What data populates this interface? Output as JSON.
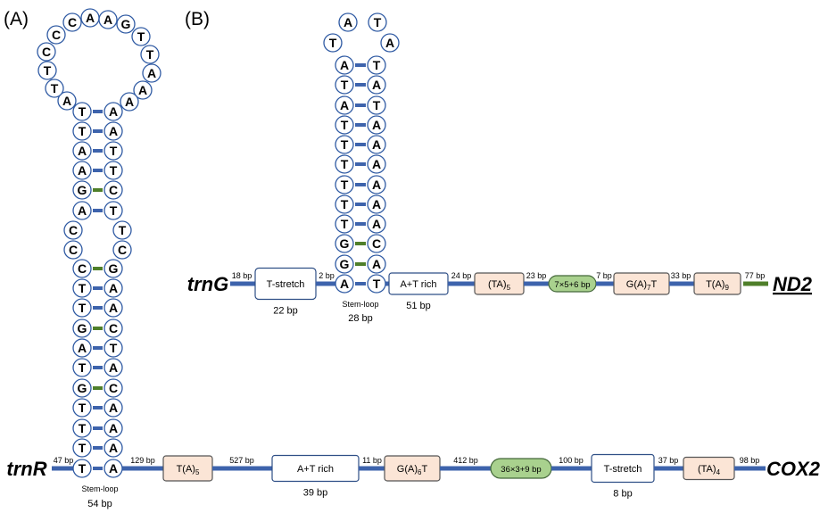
{
  "colors": {
    "circle_outline": "#2f5aa3",
    "line_blue": "#3d63ac",
    "line_green": "#4f7f2a"
  },
  "panel_labels": {
    "a": "(A)",
    "b": "(B)"
  },
  "stem_loop_a": {
    "loop": [
      "A",
      "T",
      "T",
      "C",
      "C",
      "C",
      "A",
      "A",
      "G",
      "T",
      "T",
      "A",
      "A",
      "A"
    ],
    "stem_upper": [
      {
        "l": "T",
        "r": "A",
        "bond": "#3d63ac"
      },
      {
        "l": "T",
        "r": "A",
        "bond": "#3d63ac"
      },
      {
        "l": "A",
        "r": "T",
        "bond": "#3d63ac"
      },
      {
        "l": "A",
        "r": "T",
        "bond": "#3d63ac"
      },
      {
        "l": "G",
        "r": "C",
        "bond": "#4f7f2a"
      },
      {
        "l": "A",
        "r": "T",
        "bond": "#3d63ac"
      }
    ],
    "internal_loop": [
      {
        "l": "C",
        "r": "T"
      },
      {
        "l": "C",
        "r": "C"
      }
    ],
    "stem_lower": [
      {
        "l": "C",
        "r": "G",
        "bond": "#4f7f2a"
      },
      {
        "l": "T",
        "r": "A",
        "bond": "#3d63ac"
      },
      {
        "l": "T",
        "r": "A",
        "bond": "#3d63ac"
      },
      {
        "l": "G",
        "r": "C",
        "bond": "#4f7f2a"
      },
      {
        "l": "A",
        "r": "T",
        "bond": "#3d63ac"
      },
      {
        "l": "T",
        "r": "A",
        "bond": "#3d63ac"
      },
      {
        "l": "G",
        "r": "C",
        "bond": "#4f7f2a"
      },
      {
        "l": "T",
        "r": "A",
        "bond": "#3d63ac"
      },
      {
        "l": "T",
        "r": "A",
        "bond": "#3d63ac"
      },
      {
        "l": "T",
        "r": "A",
        "bond": "#3d63ac"
      },
      {
        "l": "T",
        "r": "A",
        "bond": "#3d63ac"
      }
    ],
    "label": "Stem-loop",
    "length": "54 bp"
  },
  "stem_loop_b": {
    "loop": [
      "T",
      "A",
      "T",
      "A"
    ],
    "stem": [
      {
        "l": "A",
        "r": "T",
        "bond": "#3d63ac"
      },
      {
        "l": "T",
        "r": "A",
        "bond": "#3d63ac"
      },
      {
        "l": "A",
        "r": "T",
        "bond": "#3d63ac"
      },
      {
        "l": "T",
        "r": "A",
        "bond": "#3d63ac"
      },
      {
        "l": "T",
        "r": "A",
        "bond": "#3d63ac"
      },
      {
        "l": "T",
        "r": "A",
        "bond": "#3d63ac"
      },
      {
        "l": "T",
        "r": "A",
        "bond": "#3d63ac"
      },
      {
        "l": "T",
        "r": "A",
        "bond": "#3d63ac"
      },
      {
        "l": "T",
        "r": "A",
        "bond": "#3d63ac"
      },
      {
        "l": "G",
        "r": "C",
        "bond": "#4f7f2a"
      },
      {
        "l": "G",
        "r": "A",
        "bond": "#4f7f2a"
      },
      {
        "l": "A",
        "r": "T",
        "bond": "#3d63ac"
      }
    ],
    "label": "Stem-loop",
    "length": "28 bp"
  },
  "track_trnR": {
    "start_gene": "trnR",
    "end_gene": "COX2",
    "items": [
      {
        "gap": "47 bp",
        "line": "#3d63ac"
      },
      {
        "gap": "129 bp",
        "line": "#3d63ac"
      },
      {
        "text": "T(A)",
        "sub": "5",
        "fill": "#fbe5d6",
        "outline": "#555555"
      },
      {
        "gap": "527 bp",
        "line": "#3d63ac"
      },
      {
        "text": "A+T rich",
        "length": "39 bp",
        "fill": "#ffffff",
        "outline": "#2f4f86"
      },
      {
        "gap": "11 bp",
        "line": "#3d63ac"
      },
      {
        "text": "G(A)",
        "sub": "6",
        "tail": "T",
        "fill": "#fbe5d6",
        "outline": "#555555"
      },
      {
        "gap": "412 bp",
        "line": "#3d63ac"
      },
      {
        "text": "36×3+9 bp",
        "fill": "#a9d18e",
        "outline": "#44683a"
      },
      {
        "gap": "100 bp",
        "line": "#3d63ac"
      },
      {
        "text": "T-stretch",
        "length": "8 bp",
        "fill": "#ffffff",
        "outline": "#2f4f86"
      },
      {
        "gap": "37 bp",
        "line": "#3d63ac"
      },
      {
        "text": "(TA)",
        "sub": "4",
        "fill": "#fbe5d6",
        "outline": "#555555"
      },
      {
        "gap": "98 bp",
        "line": "#3d63ac"
      }
    ]
  },
  "track_trnG": {
    "start_gene": "trnG",
    "end_gene": "ND2",
    "items": [
      {
        "gap": "18 bp",
        "line": "#3d63ac"
      },
      {
        "text": "T-stretch",
        "length": "22 bp",
        "fill": "#ffffff",
        "outline": "#2f4f86"
      },
      {
        "gap": "2 bp",
        "line": "#3d63ac"
      },
      {
        "text": "A+T rich",
        "length": "51 bp",
        "fill": "#ffffff",
        "outline": "#2f4f86"
      },
      {
        "gap": "24 bp",
        "line": "#3d63ac"
      },
      {
        "text": "(TA)",
        "sub": "5",
        "fill": "#fbe5d6",
        "outline": "#555555"
      },
      {
        "gap": "23 bp",
        "line": "#3d63ac"
      },
      {
        "text": "7×5+6 bp",
        "fill": "#a9d18e",
        "outline": "#44683a"
      },
      {
        "gap": "7 bp",
        "line": "#3d63ac"
      },
      {
        "text": "G(A)",
        "sub": "7",
        "tail": "T",
        "fill": "#fbe5d6",
        "outline": "#555555"
      },
      {
        "gap": "33 bp",
        "line": "#3d63ac"
      },
      {
        "text": "T(A)",
        "sub": "9",
        "fill": "#fbe5d6",
        "outline": "#555555"
      },
      {
        "gap": "77 bp",
        "line": "#4f7f2a"
      }
    ]
  }
}
